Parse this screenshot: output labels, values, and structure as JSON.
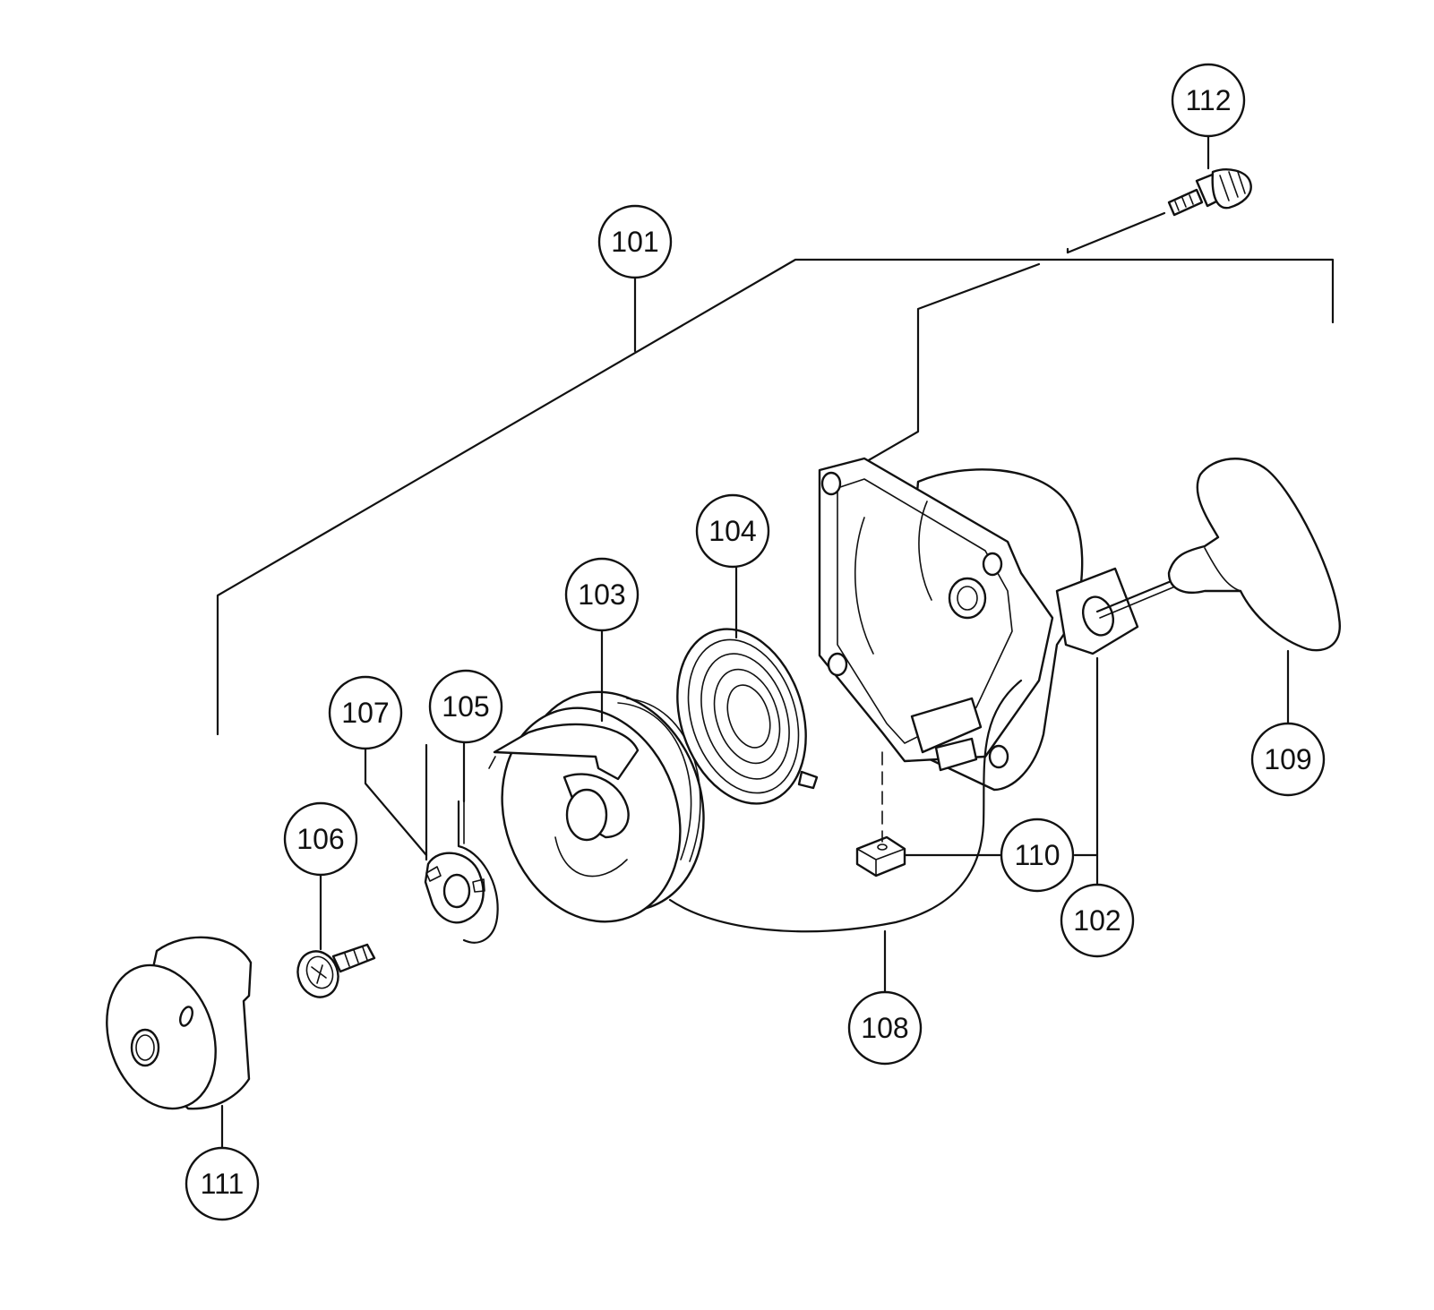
{
  "diagram": {
    "callouts": [
      {
        "id": "c101",
        "label": "101"
      },
      {
        "id": "c102",
        "label": "102"
      },
      {
        "id": "c103",
        "label": "103"
      },
      {
        "id": "c104",
        "label": "104"
      },
      {
        "id": "c105",
        "label": "105"
      },
      {
        "id": "c106",
        "label": "106"
      },
      {
        "id": "c107",
        "label": "107"
      },
      {
        "id": "c108",
        "label": "108"
      },
      {
        "id": "c109",
        "label": "109"
      },
      {
        "id": "c110",
        "label": "110"
      },
      {
        "id": "c111",
        "label": "111"
      },
      {
        "id": "c112",
        "label": "112"
      }
    ]
  }
}
